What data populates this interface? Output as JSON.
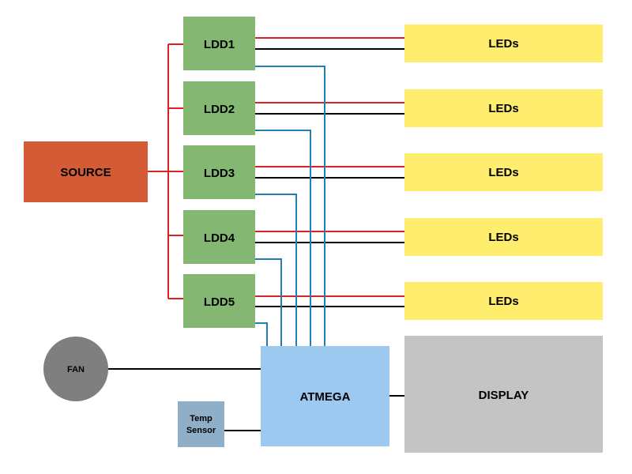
{
  "source": {
    "label": "SOURCE",
    "color": "#d35b35"
  },
  "drivers": [
    {
      "label": "LDD1"
    },
    {
      "label": "LDD2"
    },
    {
      "label": "LDD3"
    },
    {
      "label": "LDD4"
    },
    {
      "label": "LDD5"
    }
  ],
  "driver_color": "#84b872",
  "leds": [
    {
      "label": "LEDs"
    },
    {
      "label": "LEDs"
    },
    {
      "label": "LEDs"
    },
    {
      "label": "LEDs"
    },
    {
      "label": "LEDs"
    }
  ],
  "led_color": "#ffee6e",
  "controller": {
    "label": "ATMEGA",
    "color": "#9dc8f0"
  },
  "display": {
    "label": "DISPLAY",
    "color": "#c4c4c4"
  },
  "fan": {
    "label": "FAN",
    "color": "#7f7f7f"
  },
  "temp_sensor": {
    "label_line1": "Temp",
    "label_line2": "Sensor",
    "color": "#8faec8"
  },
  "wire_colors": {
    "power": "#e02020",
    "ground": "#000000",
    "control": "#1e7fb0"
  }
}
